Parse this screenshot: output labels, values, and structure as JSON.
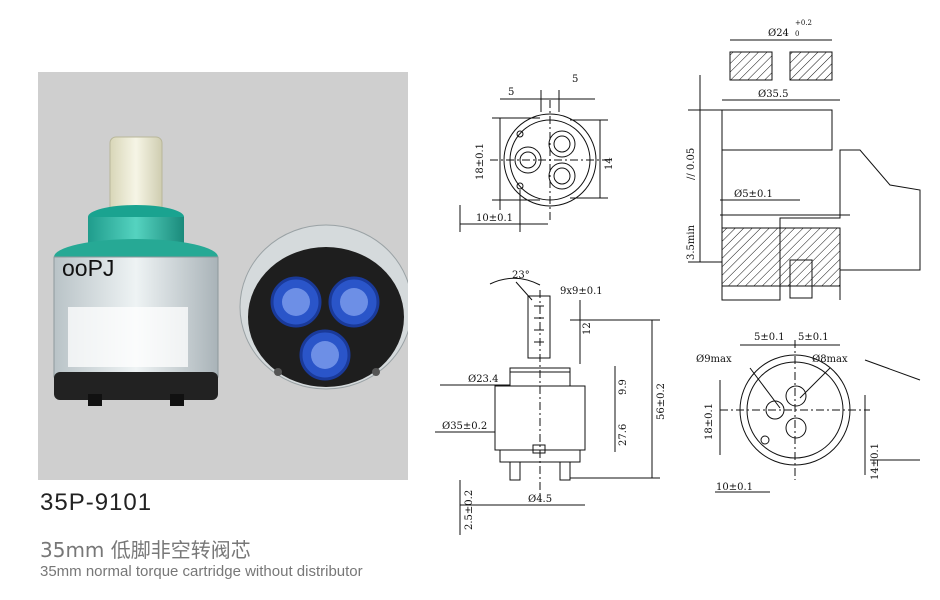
{
  "product": {
    "brand": "ooPJ",
    "model": "35P-9101",
    "name_cn": "35mm 低脚非空转阀芯",
    "name_en": "35mm normal torque cartridge without distributor"
  },
  "colors": {
    "panel_bg": "#cfcfcf",
    "teal_body": "#2fb7a5",
    "blue_port": "#2a55c9",
    "ink": "#111111"
  },
  "dimensions": {
    "top_view": {
      "offset_left": "5",
      "offset_right": "5",
      "height_18": "18±0.1",
      "width_14": "14",
      "bottom_10": "10±0.1"
    },
    "side_view": {
      "angle": "23°",
      "spline": "9x9±0.1",
      "stem_height": "12",
      "collar_dia": "Ø23.4",
      "body_dia": "Ø35±0.2",
      "collar_h": "9.9",
      "total_h": "56±0.2",
      "body_h": "27.6",
      "pin_h": "2.5±0.2",
      "pin_dia": "Ø4.5"
    },
    "housing_view": {
      "top_dia": "Ø24",
      "tol_plus": "+0.2",
      "tol_zero": "0",
      "bore_dia": "Ø35.5",
      "parallel": "// 0.05",
      "hole_dia": "Ø5±0.1",
      "depth": "3.5min"
    },
    "port_view": {
      "off1": "5±0.1",
      "off2": "5±0.1",
      "hole1": "Ø9max",
      "hole2": "Ø8max",
      "h18": "18±0.1",
      "h14": "14±0.1",
      "w10": "10±0.1"
    }
  }
}
